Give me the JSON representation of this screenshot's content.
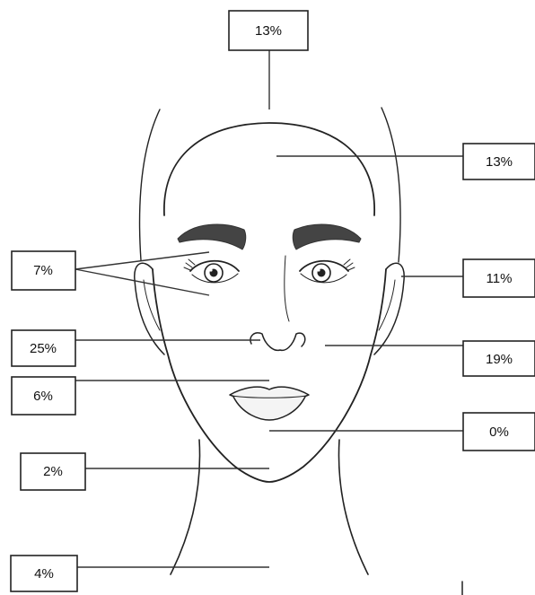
{
  "labels": {
    "top": "13%",
    "forehead": "13%",
    "eyes": "7%",
    "ears": "11%",
    "nose": "25%",
    "cheeks": "19%",
    "upper_lip": "6%",
    "chin_front": "0%",
    "chin": "2%",
    "neck": "4%"
  },
  "colors": {
    "line": "#222222",
    "box_border": "#222222"
  }
}
